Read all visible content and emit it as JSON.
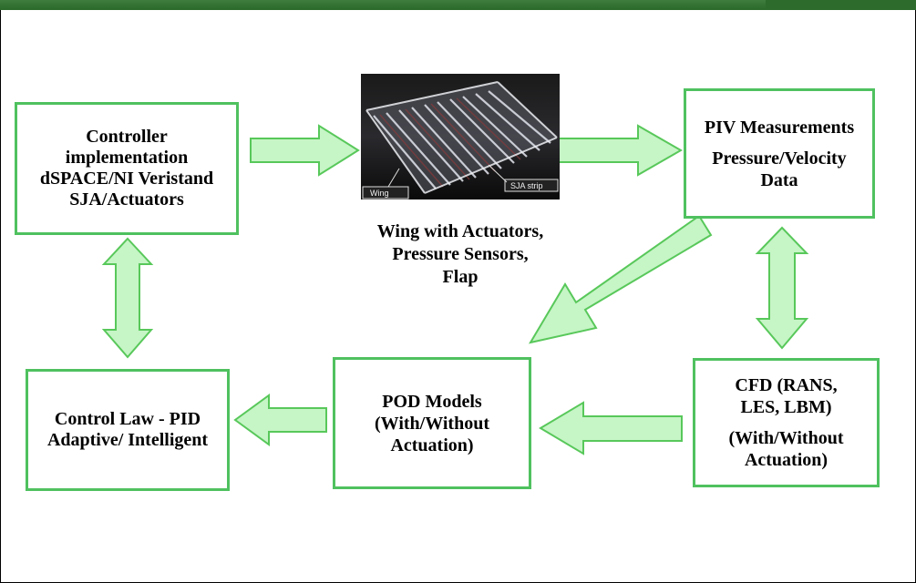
{
  "diagram": {
    "controller_box": {
      "lines": [
        "Controller",
        "implementation",
        "dSPACE/NI Veristand",
        "SJA/Actuators"
      ]
    },
    "piv_box": {
      "lines": [
        "PIV Measurements",
        "Pressure/Velocity",
        "Data"
      ]
    },
    "control_law_box": {
      "lines": [
        "Control Law - PID",
        "Adaptive/ Intelligent"
      ]
    },
    "pod_box": {
      "lines": [
        "POD Models",
        "(With/Without",
        "Actuation)"
      ]
    },
    "cfd_box": {
      "lines": [
        "CFD (RANS,",
        "LES, LBM)",
        "(With/Without",
        "Actuation)"
      ]
    },
    "wing_photo": {
      "label_wing": "Wing",
      "label_sja": "SJA strip"
    },
    "wing_caption": {
      "lines": [
        "Wing with Actuators,",
        "Pressure Sensors,",
        "Flap"
      ]
    }
  },
  "colors": {
    "arrow_fill": "#c6f5c6",
    "arrow_stroke": "#58c85a",
    "box_border": "#4fc15f",
    "top_bar": "#2d6b2d"
  }
}
